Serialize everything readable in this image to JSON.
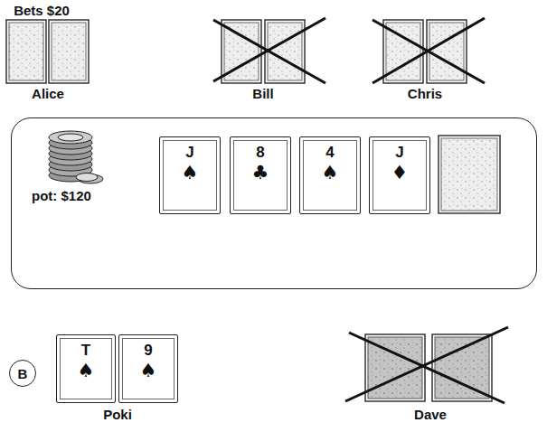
{
  "diagram": {
    "nodes": [
      {
        "text": [
          "pot: $120"
        ]
      },
      {
        "text": [
          "J",
          "♠"
        ],
        "in": 0
      },
      {
        "text": [
          "8",
          "♣"
        ],
        "in": 0
      },
      {
        "text": [
          "4",
          "♠"
        ],
        "in": 0
      },
      {
        "text": [
          "J",
          "♦"
        ],
        "in": 0
      },
      {
        "text": [
          "B"
        ]
      },
      {
        "text": [
          "T",
          "♠"
        ]
      },
      {
        "text": [
          "9",
          "♠"
        ]
      }
    ],
    "labels": [
      "Bets $20",
      "Alice",
      "Bill",
      "Chris",
      "Poki",
      "Dave"
    ]
  }
}
